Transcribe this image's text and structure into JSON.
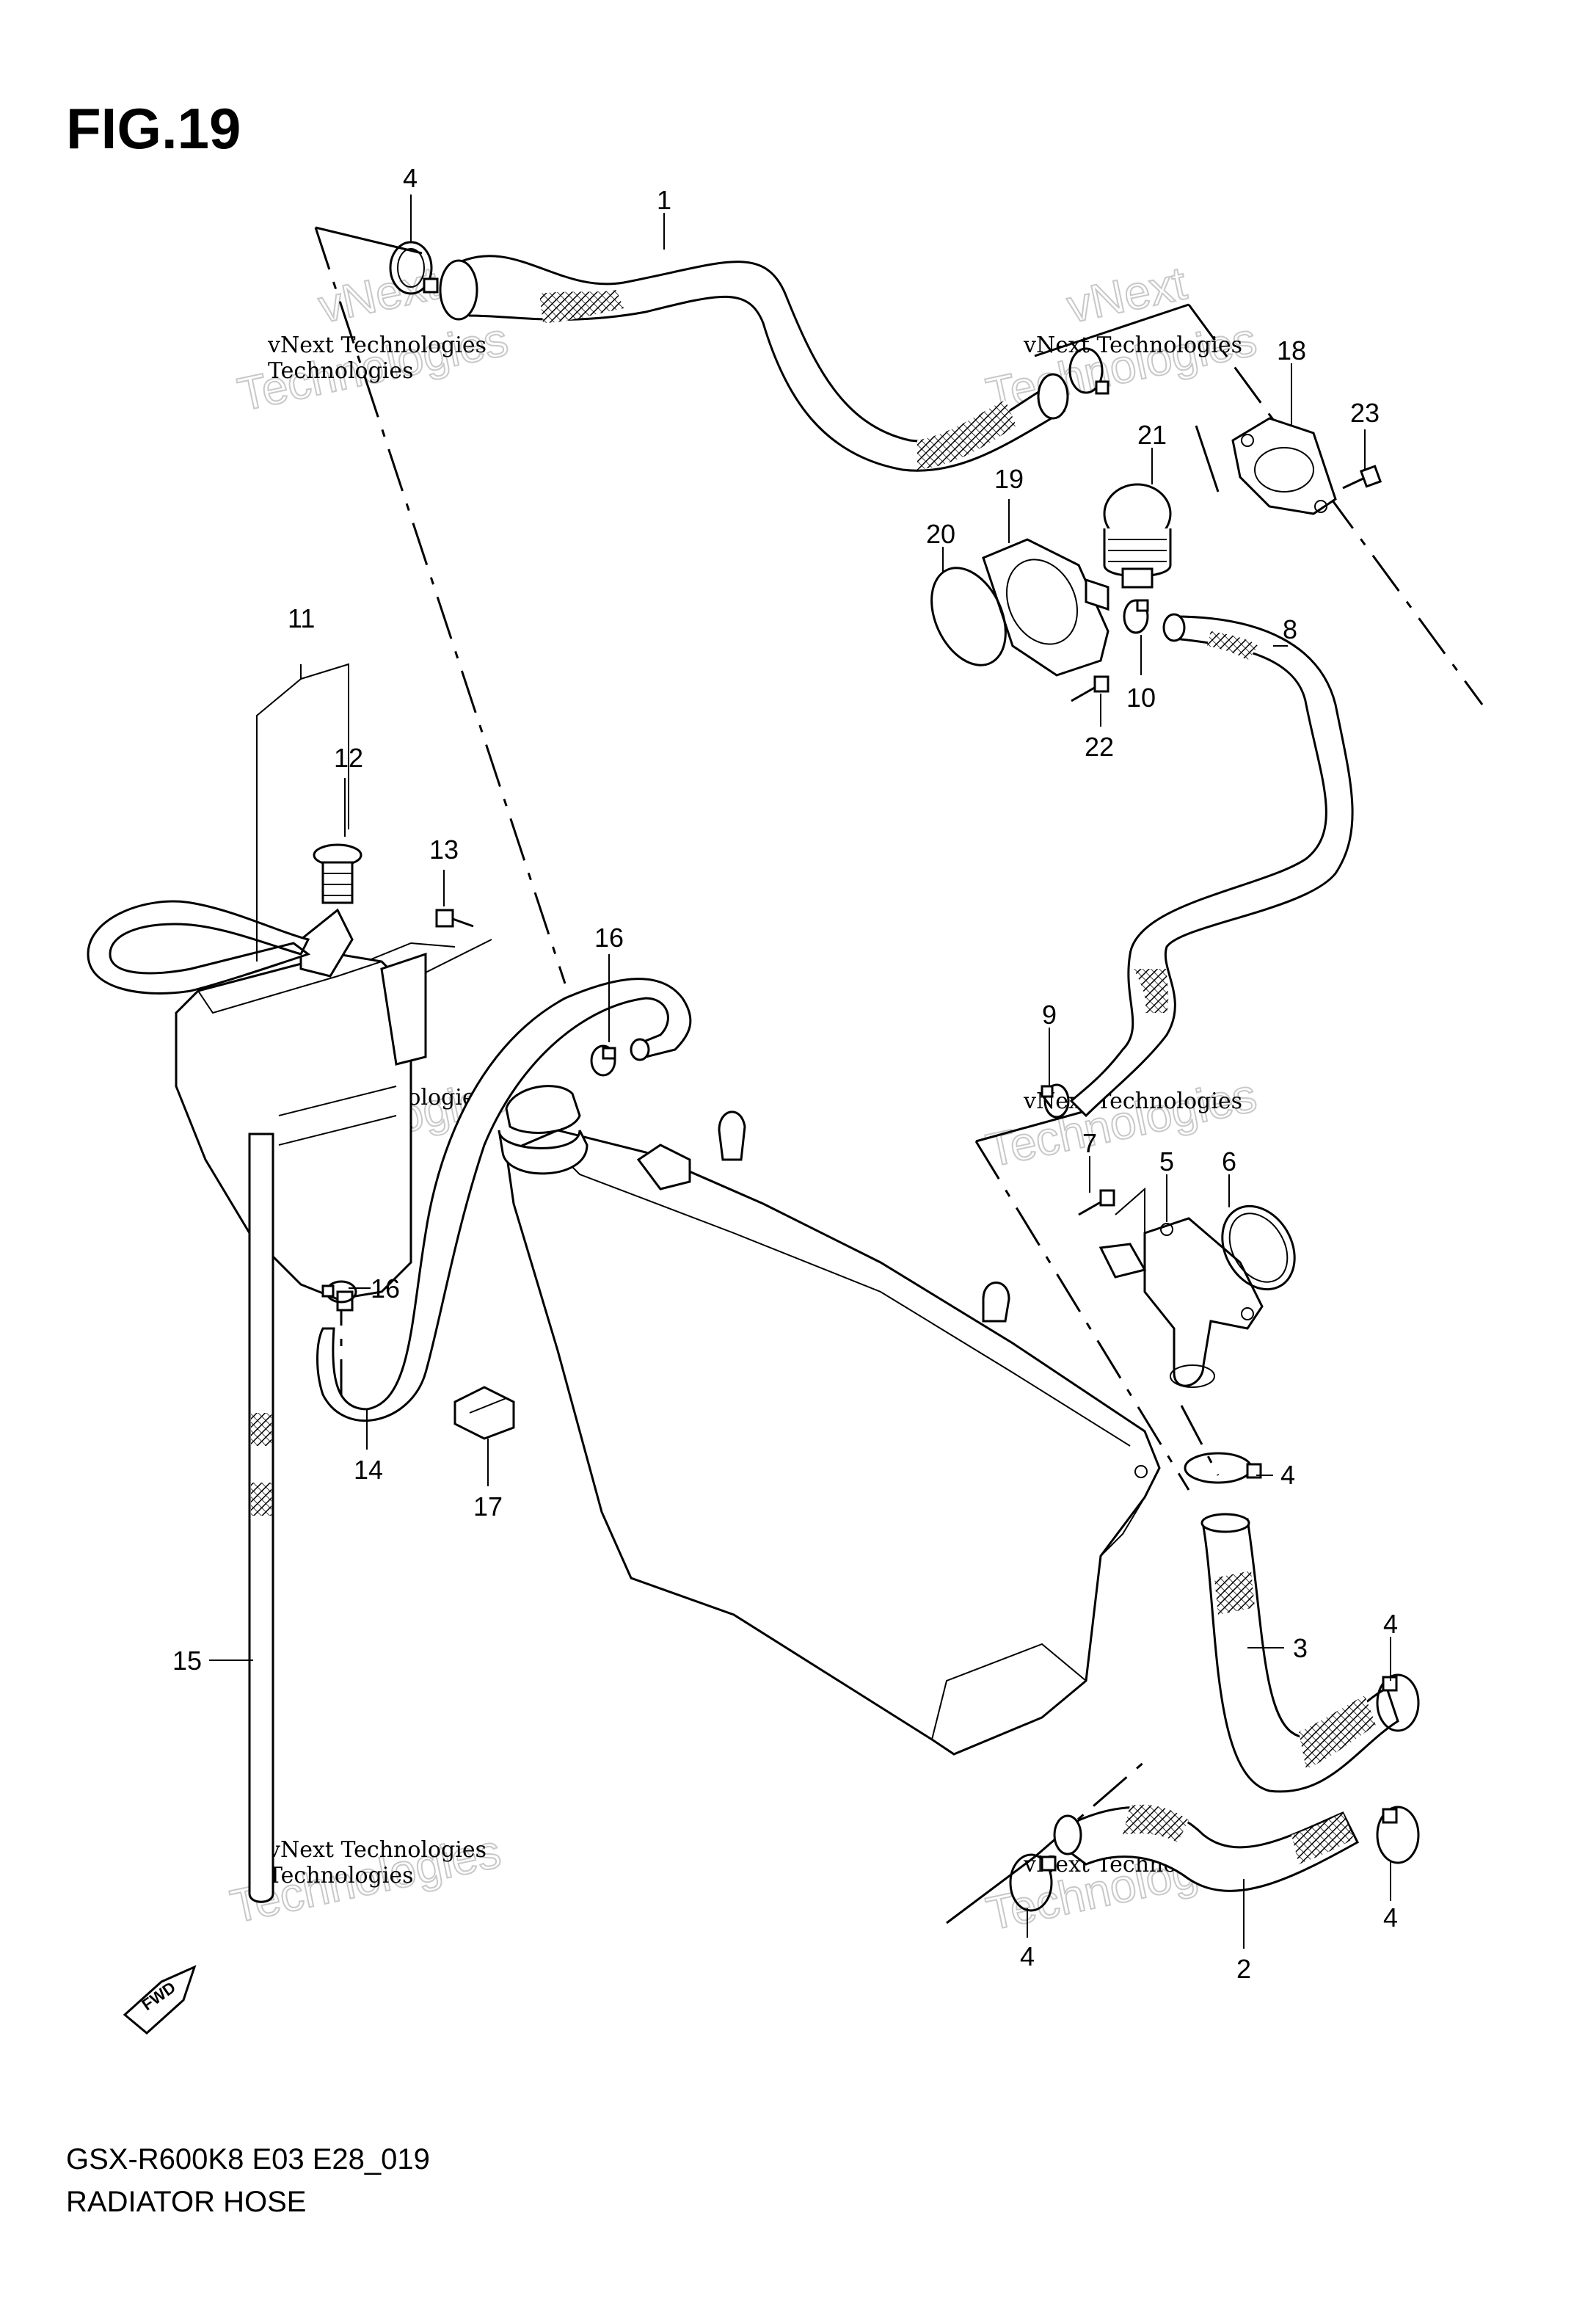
{
  "title": "FIG.19",
  "footer": {
    "model_code": "GSX-R600K8 E03 E28_019",
    "section_name": "RADIATOR HOSE"
  },
  "watermark": {
    "line1": "vNext Technologies",
    "line2": "Technologies",
    "line3": "vNext"
  },
  "fwd_label": "FWD",
  "callouts": {
    "p1": "1",
    "p2": "2",
    "p3": "3",
    "p4a": "4",
    "p4b": "4",
    "p4c": "4",
    "p4d": "4",
    "p4e": "4",
    "p5": "5",
    "p6": "6",
    "p7": "7",
    "p8": "8",
    "p9": "9",
    "p10": "10",
    "p11": "11",
    "p12": "12",
    "p13": "13",
    "p14": "14",
    "p15": "15",
    "p16a": "16",
    "p16b": "16",
    "p17": "17",
    "p18": "18",
    "p19": "19",
    "p20": "20",
    "p21": "21",
    "p22": "22",
    "p23": "23"
  }
}
